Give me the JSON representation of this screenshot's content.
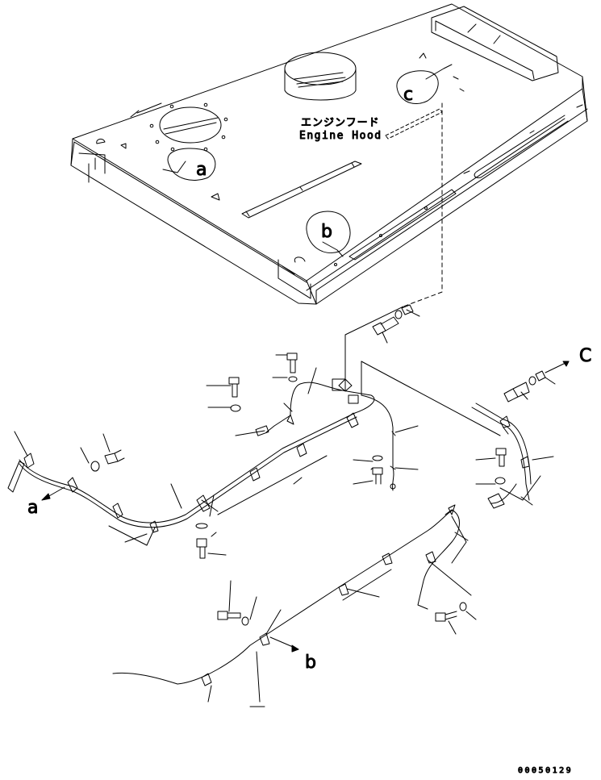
{
  "labels": {
    "hood_jp": "エンジンフード",
    "hood_en": "Engine Hood",
    "callout_a": "a",
    "callout_b": "b",
    "callout_c": "c",
    "arrow_a": "a",
    "arrow_b": "b",
    "arrow_c": "C",
    "drawing_code": "00050129"
  },
  "colors": {
    "line": "#000000",
    "background": "#ffffff"
  }
}
